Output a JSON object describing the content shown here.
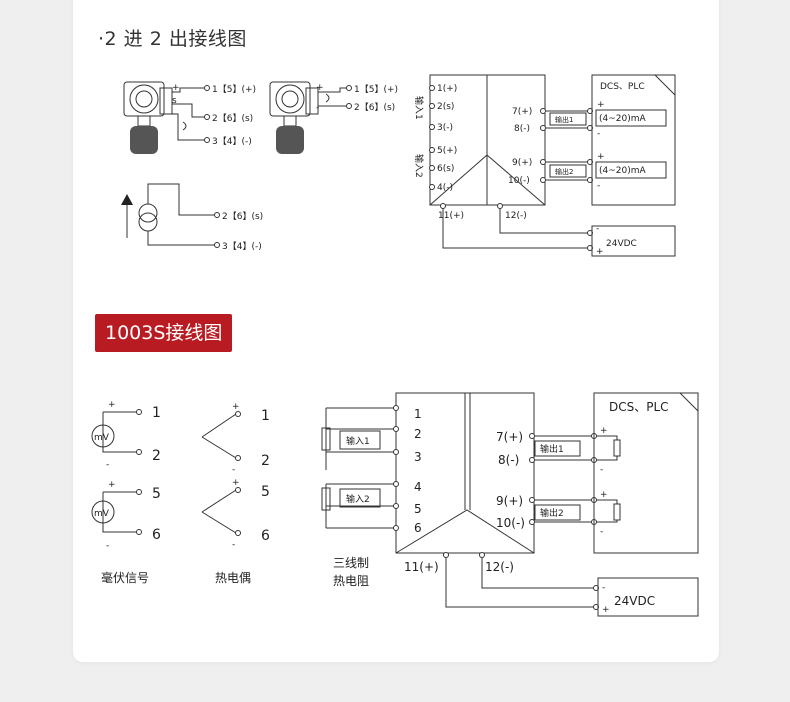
{
  "section1": {
    "title": "·2 进 2 出接线图"
  },
  "section2": {
    "title": "1003S接线图"
  },
  "diag1": {
    "t1": "1【5】(+)",
    "t2": "2【6】(s)",
    "t3": "3【4】(-)",
    "plus": "+",
    "minus": "-",
    "s": "s",
    "in_labels": [
      "1(+)",
      "2(s)",
      "3(-)",
      "5(+)",
      "6(s)",
      "4(-)"
    ],
    "in_group1": "输入1",
    "in_group2": "输入2",
    "out_labels": [
      "7(+)",
      "8(-)",
      "9(+)",
      "10(-)"
    ],
    "out1": "输出1",
    "out2": "输出2",
    "pwr": [
      "11(+)",
      "12(-)"
    ],
    "dcs": "DCS、PLC",
    "ma": "(4~20)mA",
    "vdc": "24VDC"
  },
  "diag2": {
    "mv": "mV",
    "plus": "+",
    "minus": "-",
    "mv_terms": [
      "1",
      "2",
      "5",
      "6"
    ],
    "tc_terms": [
      "1",
      "2",
      "5",
      "6"
    ],
    "mv_caption": "毫伏信号",
    "tc_caption": "热电偶",
    "in_terms": [
      "1",
      "2",
      "3",
      "4",
      "5",
      "6"
    ],
    "in1": "输入1",
    "in2": "输入2",
    "out_labels": [
      "7(+)",
      "8(-)",
      "9(+)",
      "10(-)"
    ],
    "out1": "输出1",
    "out2": "输出2",
    "pwr": [
      "11(+)",
      "12(-)"
    ],
    "dcs": "DCS、PLC",
    "vdc": "24VDC",
    "rtd_caption": [
      "三线制",
      "热电阻"
    ]
  }
}
